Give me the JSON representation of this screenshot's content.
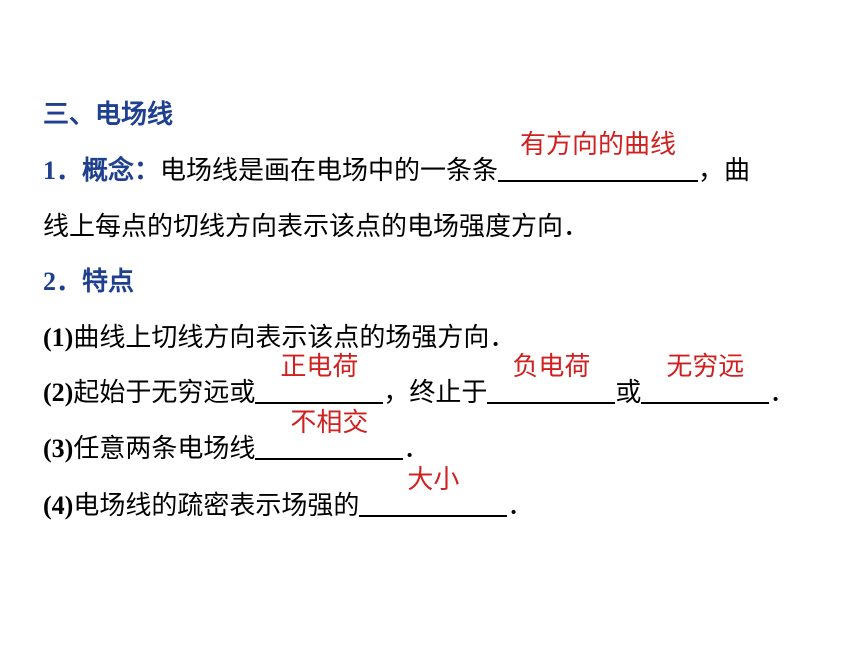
{
  "section_title": "三、电场线",
  "concept": {
    "num": "1",
    "label": "．概念：",
    "text_a": "电场线是画在电场中的一条条",
    "answer": "有方向的曲线",
    "text_b": "，曲",
    "text_c": "线上每点的切线方向表示该点的电场强度方向．"
  },
  "features": {
    "num": "2",
    "label": "．特点",
    "item1": {
      "num": "(1)",
      "text": "曲线上切线方向表示该点的场强方向．"
    },
    "item2": {
      "num": "(2)",
      "text_a": "起始于无穷远或",
      "answer_a": "正电荷",
      "text_b": "，终止于",
      "answer_b": "负电荷",
      "text_c": "或",
      "answer_c": "无穷远",
      "text_d": "．"
    },
    "item3": {
      "num": "(3)",
      "text_a": "任意两条电场线",
      "answer": "不相交",
      "text_b": "．"
    },
    "item4": {
      "num": "(4)",
      "text_a": "电场线的疏密表示场强的",
      "answer": "大小",
      "text_b": "．"
    }
  },
  "colors": {
    "heading": "#1f3f8f",
    "answer": "#d02020"
  }
}
